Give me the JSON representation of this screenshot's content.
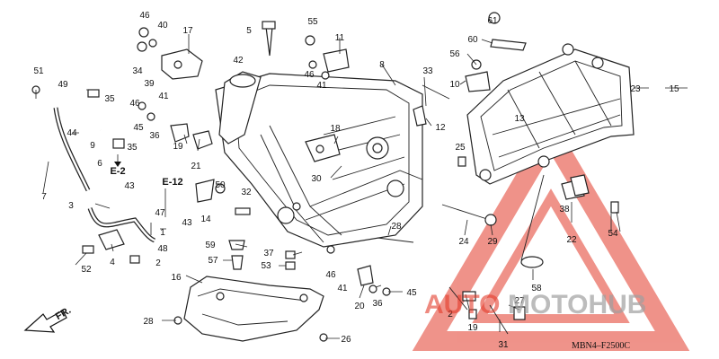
{
  "diagram": {
    "code": "MBN4–F2500C",
    "front_label": "FR.",
    "section_refs": [
      "E-2",
      "E-12"
    ],
    "callouts": [
      "46",
      "40",
      "17",
      "5",
      "55",
      "11",
      "61",
      "60",
      "56",
      "10",
      "33",
      "8",
      "23",
      "15",
      "34",
      "39",
      "42",
      "46",
      "41",
      "51",
      "49",
      "35",
      "44",
      "9",
      "35",
      "41",
      "46",
      "45",
      "36",
      "19",
      "18",
      "12",
      "13",
      "6",
      "7",
      "21",
      "30",
      "25",
      "3",
      "43",
      "47",
      "43",
      "1",
      "14",
      "50",
      "32",
      "4",
      "48",
      "2",
      "52",
      "59",
      "57",
      "37",
      "53",
      "28",
      "24",
      "29",
      "38",
      "22",
      "54",
      "16",
      "46",
      "41",
      "20",
      "36",
      "45",
      "58",
      "2",
      "27",
      "19",
      "31",
      "26",
      "28"
    ],
    "accent_color": "#e23a2a"
  },
  "watermark": {
    "text_left": "AUTO",
    "text_right": "MOTOHUB",
    "color_left": "#e23a2a",
    "color_right": "#a0a0a0"
  }
}
